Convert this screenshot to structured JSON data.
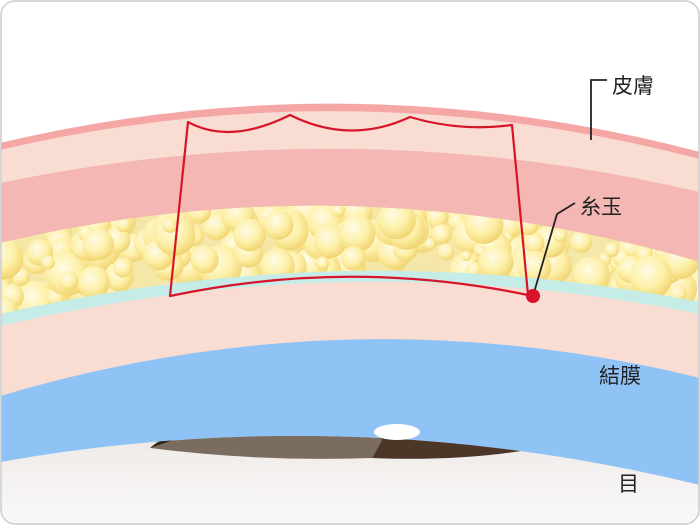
{
  "labels": {
    "skin": "皮膚",
    "knot": "糸玉",
    "conjunctiva": "結膜",
    "eye": "目"
  },
  "colors": {
    "skin_outer": "#f5a7a5",
    "skin_band": "#f9dcd2",
    "muscle_band": "#f4b7b3",
    "fat_base": "#f4e7a8",
    "fat_bubble": "#fcf0a6",
    "tarsal_line": "#c6ece8",
    "conjunctiva_band": "#f9dcd2",
    "blue_band": "#8fc3f6",
    "eye_white": "#f3f0ee",
    "iris_light": "#7a6d60",
    "iris_dark": "#4c3628",
    "pupil": "#2e2016",
    "suture": "#d7142a",
    "frame": "#cccccc"
  }
}
